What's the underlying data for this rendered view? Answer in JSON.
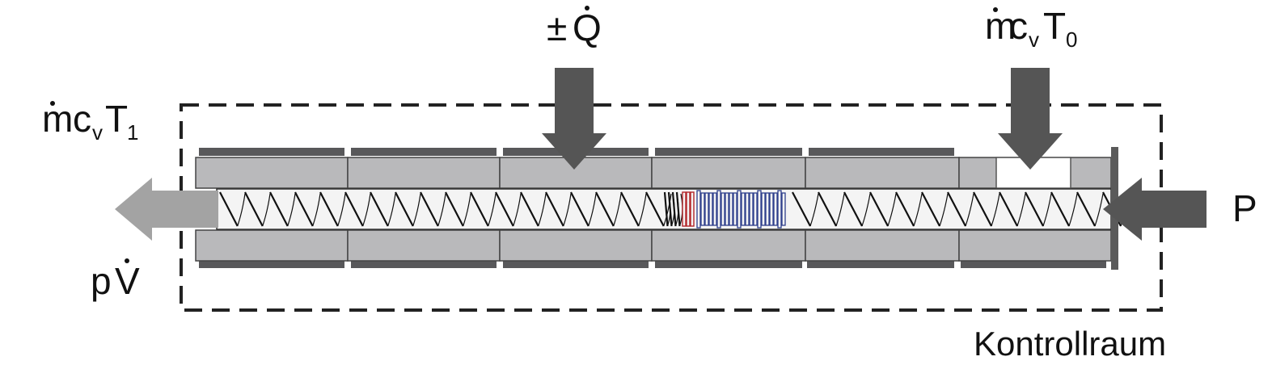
{
  "labels": {
    "heat": {
      "prefix": "±",
      "symbol": "Q"
    },
    "inflow": {
      "m": "m",
      "c": "c",
      "c_sub": "v",
      "t": "T",
      "t_sub": "0"
    },
    "outflow": {
      "m": "m",
      "c": "c",
      "c_sub": "v",
      "t": "T",
      "t_sub": "1"
    },
    "pv": {
      "p": "p",
      "v": "V"
    },
    "power": "P",
    "control_volume": "Kontrollraum"
  },
  "colors": {
    "barrel": "#b9b9bb",
    "heater": "#58585a",
    "arrow_dark": "#555555",
    "arrow_light": "#a3a3a3",
    "kneading_blue": "#2e3f8c",
    "kneading_red": "#b3262a"
  }
}
